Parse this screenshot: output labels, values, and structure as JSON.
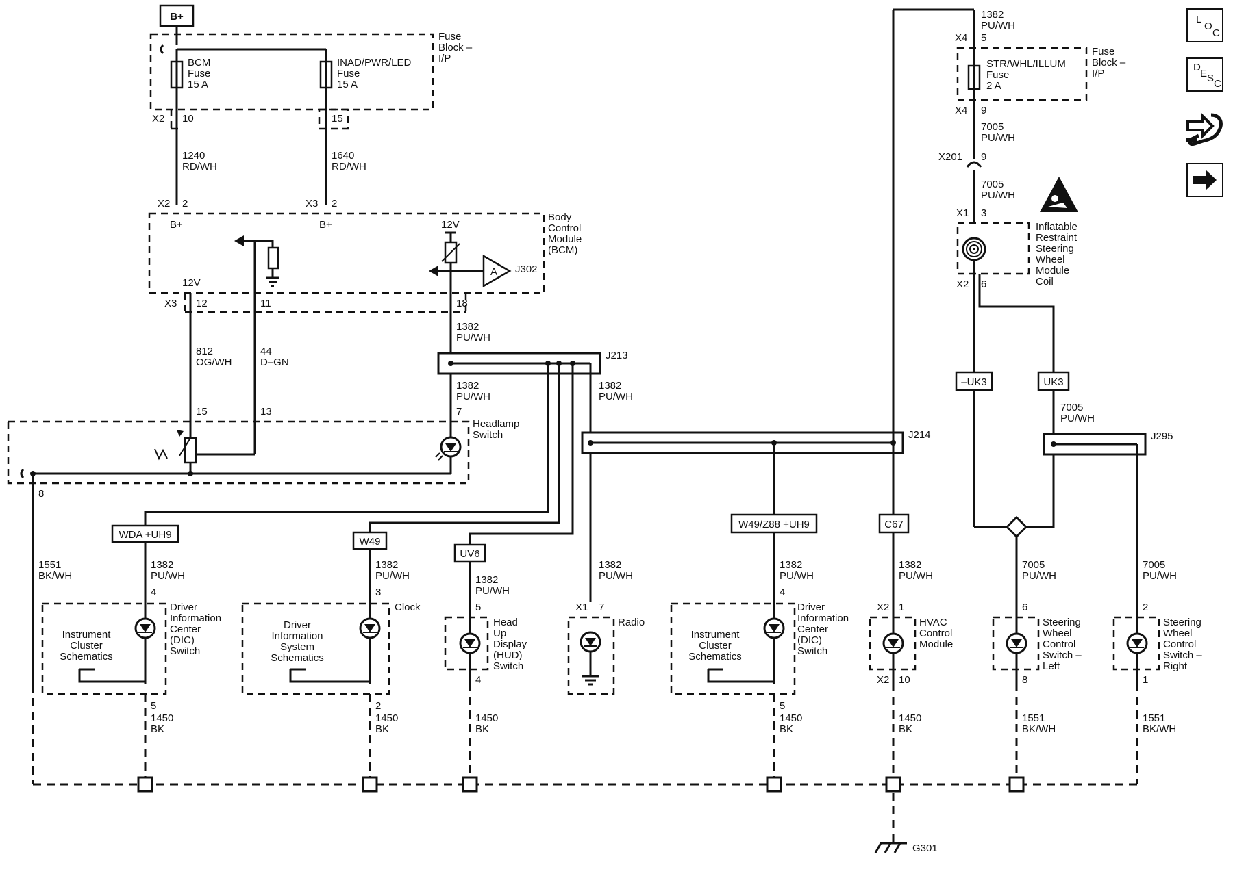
{
  "power": {
    "source": "B+"
  },
  "fuse_block_ip": {
    "title": [
      "Fuse",
      "Block –",
      "I/P"
    ],
    "bcm_fuse": [
      "BCM",
      "Fuse",
      "15 A"
    ],
    "inad_fuse": [
      "INAD/PWR/LED",
      "Fuse",
      "15 A"
    ]
  },
  "fuse_block_top": {
    "title": [
      "Fuse",
      "Block –",
      "I/P"
    ],
    "str_fuse": [
      "STR/WHL/ILLUM",
      "Fuse",
      "2 A"
    ]
  },
  "bcm": {
    "title": [
      "Body",
      "Control",
      "Module",
      "(BCM)"
    ],
    "bplus": "B+",
    "v12_a": "12V",
    "v12_b": "12V",
    "opamp": "A",
    "j302": "J302"
  },
  "connectors": {
    "x2": "X2",
    "x3": "X3",
    "x4": "X4",
    "x1": "X1",
    "x201": "X201"
  },
  "pins": {
    "p10": "10",
    "p15": "15",
    "p2": "2",
    "p12": "12",
    "p11": "11",
    "p18": "18",
    "p7": "7",
    "p13": "13",
    "p8": "8",
    "p4": "4",
    "p5": "5",
    "p3": "3",
    "p1": "1",
    "p6": "6",
    "p9": "9",
    "p_hud4": "4"
  },
  "wires": {
    "w1240": [
      "1240",
      "RD/WH"
    ],
    "w1640": [
      "1640",
      "RD/WH"
    ],
    "w812": [
      "812",
      "OG/WH"
    ],
    "w44": [
      "44",
      "D–GN"
    ],
    "w1382": [
      "1382",
      "PU/WH"
    ],
    "w7005": [
      "7005",
      "PU/WH"
    ],
    "w1551": [
      "1551",
      "BK/WH"
    ],
    "w1450": [
      "1450",
      "BK"
    ]
  },
  "splices": {
    "j213": "J213",
    "j214": "J214",
    "j295": "J295"
  },
  "options": {
    "wda_uh9": "WDA +UH9",
    "w49": "W49",
    "uv6": "UV6",
    "w49_z88_uh9": "W49/Z88 +UH9",
    "c67": "C67",
    "neg_uk3": "–UK3",
    "uk3": "UK3"
  },
  "components": {
    "headlamp_switch": [
      "Headlamp",
      "Switch"
    ],
    "dic_switch": [
      "Driver",
      "Information",
      "Center",
      "(DIC)",
      "Switch"
    ],
    "instrument_cluster": [
      "Instrument",
      "Cluster",
      "Schematics"
    ],
    "dis_schematics": [
      "Driver",
      "Information",
      "System",
      "Schematics"
    ],
    "clock": "Clock",
    "hud": [
      "Head",
      "Up",
      "Display",
      "(HUD)",
      "Switch"
    ],
    "radio": "Radio",
    "hvac": [
      "HVAC",
      "Control",
      "Module"
    ],
    "swc_left": [
      "Steering",
      "Wheel",
      "Control",
      "Switch –",
      "Left"
    ],
    "swc_right": [
      "Steering",
      "Wheel",
      "Control",
      "Switch –",
      "Right"
    ],
    "inflatable": [
      "Inflatable",
      "Restraint",
      "Steering",
      "Wheel",
      "Module",
      "Coil"
    ]
  },
  "ground": {
    "g301": "G301"
  },
  "nav": {
    "loc": [
      "L",
      "O",
      "C"
    ],
    "desc": [
      "D",
      "E",
      "S",
      "C"
    ]
  }
}
